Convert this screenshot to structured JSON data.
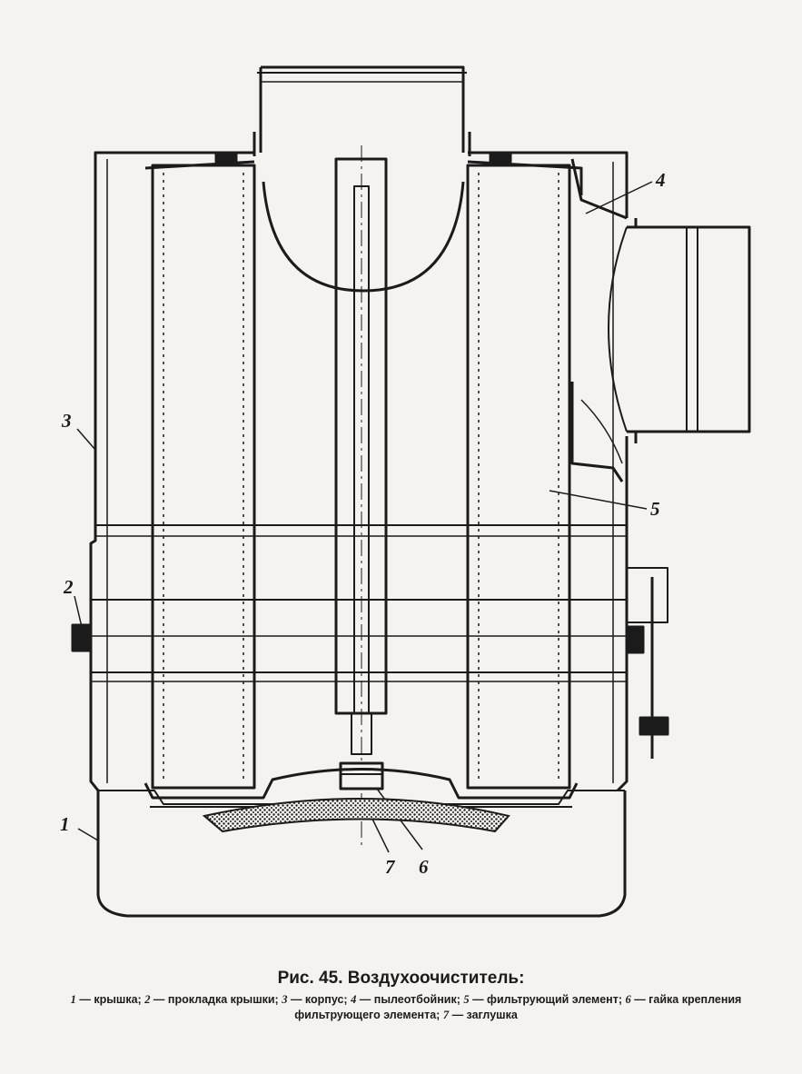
{
  "figure": {
    "title": "Рис. 45. Воздухоочиститель:",
    "legend": [
      {
        "num": "1",
        "text": "— крышка; "
      },
      {
        "num": "2",
        "text": "— прокладка крышки; "
      },
      {
        "num": "3",
        "text": "— корпус; "
      },
      {
        "num": "4",
        "text": "— пылеотбойник; "
      },
      {
        "num": "5",
        "text": "— фильтрующий элемент; "
      },
      {
        "num": "6",
        "text": "— гайка крепления фильтрующего элемента; "
      },
      {
        "num": "7",
        "text": "— заглушка"
      }
    ]
  },
  "callouts": {
    "c1": "1",
    "c2": "2",
    "c3": "3",
    "c4": "4",
    "c5": "5",
    "c6": "6",
    "c7": "7"
  },
  "colors": {
    "ink": "#1b1b1b",
    "paper": "#f4f3ef"
  }
}
